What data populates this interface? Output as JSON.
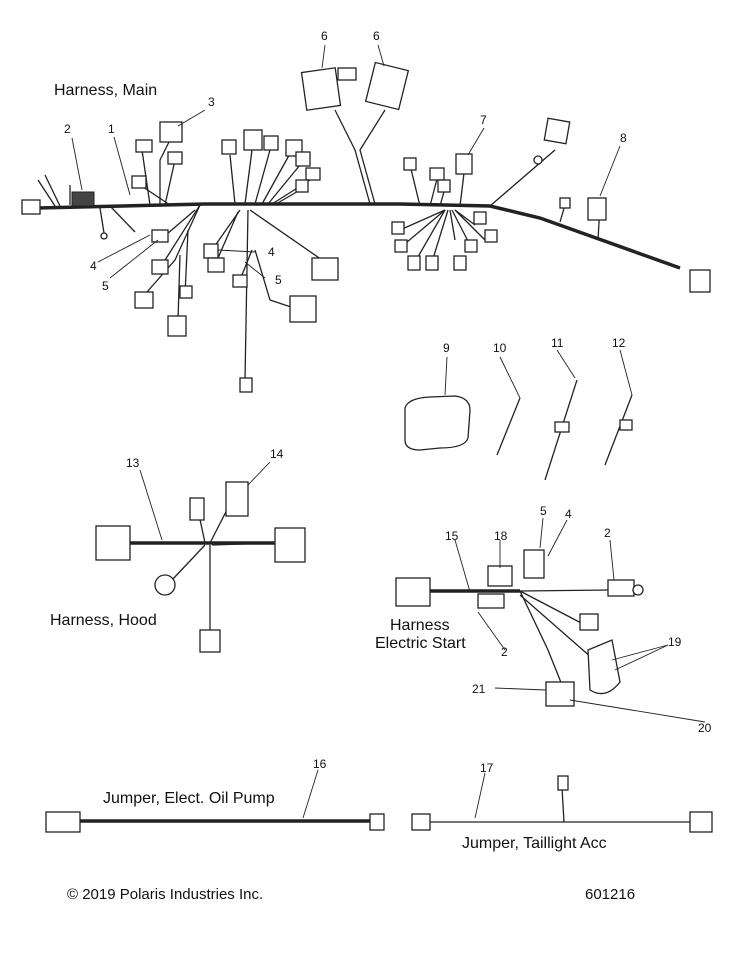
{
  "labels": {
    "harness_main": "Harness, Main",
    "harness_hood": "Harness, Hood",
    "harness_electric_start_line1": "Harness",
    "harness_electric_start_line2": "Electric Start",
    "jumper_oil_pump": "Jumper, Elect. Oil Pump",
    "jumper_taillight": "Jumper, Taillight Acc"
  },
  "callouts": {
    "c1": "1",
    "c2": "2",
    "c3": "3",
    "c4": "4",
    "c5": "5",
    "c6a": "6",
    "c6b": "6",
    "c7": "7",
    "c8": "8",
    "c4b": "4",
    "c5b": "5",
    "c9": "9",
    "c10": "10",
    "c11": "11",
    "c12": "12",
    "c13": "13",
    "c14": "14",
    "c15": "15",
    "c18": "18",
    "c5c": "5",
    "c4c": "4",
    "c2b": "2",
    "c2c": "2",
    "c19": "19",
    "c21": "21",
    "c20": "20",
    "c16": "16",
    "c17": "17"
  },
  "footer": {
    "copyright": "© 2019 Polaris Industries Inc.",
    "diagram_number": "601216"
  }
}
